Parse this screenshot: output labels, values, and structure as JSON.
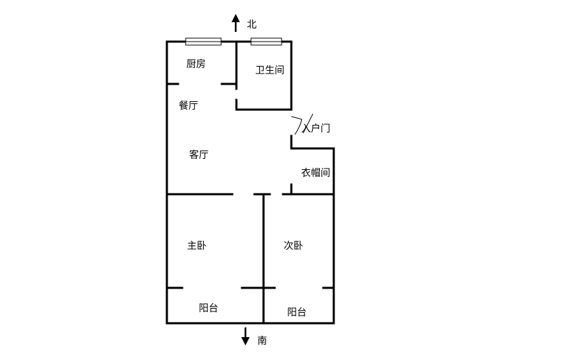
{
  "compass": {
    "north": "北",
    "south": "南"
  },
  "rooms": {
    "kitchen": "厨房",
    "bathroom": "卫生间",
    "dining": "餐厅",
    "entrance_door": "入户门",
    "living": "客厅",
    "cloakroom": "衣帽间",
    "master_bedroom": "主卧",
    "second_bedroom": "次卧",
    "balcony_left": "阳台",
    "balcony_right": "阳台"
  },
  "colors": {
    "wall": "#000000",
    "background": "#ffffff"
  }
}
